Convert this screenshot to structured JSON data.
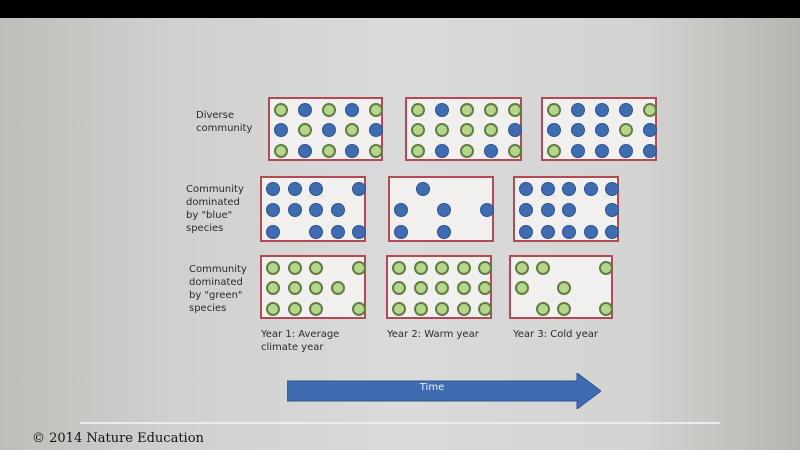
{
  "row_labels": [
    "Diverse\ncommunity",
    "Community\ndominated\nby \"blue\"\nspecies",
    "Community\ndominated\nby \"green\"\nspecies"
  ],
  "year_labels": [
    "Year 1: Average climate year",
    "Year 2: Warm year",
    "Year 3: Cold year"
  ],
  "arrow_label": "Time",
  "copyright": "© 2014 Nature Education",
  "colors": {
    "blue_species": "#3f6cb0",
    "green_species": "#b6d68a",
    "box_border": "#b04a55",
    "arrow": "#3f6cb0"
  },
  "legend_key": {
    "B": "blue species",
    "G": "green species",
    "_": "absent"
  },
  "communities": [
    {
      "name": "Diverse community",
      "years": [
        [
          "GBGBG",
          "BGBGB",
          "GBGBG"
        ],
        [
          "GBGGG",
          "GGGGB",
          "GBGBG"
        ],
        [
          "GBBBG",
          "BBBGB",
          "GBBBB"
        ]
      ]
    },
    {
      "name": "Blue-dominated community",
      "years": [
        [
          "BBB_B",
          "BBBB_",
          "B_BBB"
        ],
        [
          "_B___",
          "B_B_B",
          "B_B__"
        ],
        [
          "BBBBB",
          "BBB_B",
          "BBBBB"
        ]
      ]
    },
    {
      "name": "Green-dominated community",
      "years": [
        [
          "GGG_G",
          "GGGG_",
          "GGG_G"
        ],
        [
          "GGGGG",
          "GGGGG",
          "GGGGG"
        ],
        [
          "GG__G",
          "G_G__",
          "_GG_G"
        ]
      ]
    }
  ]
}
